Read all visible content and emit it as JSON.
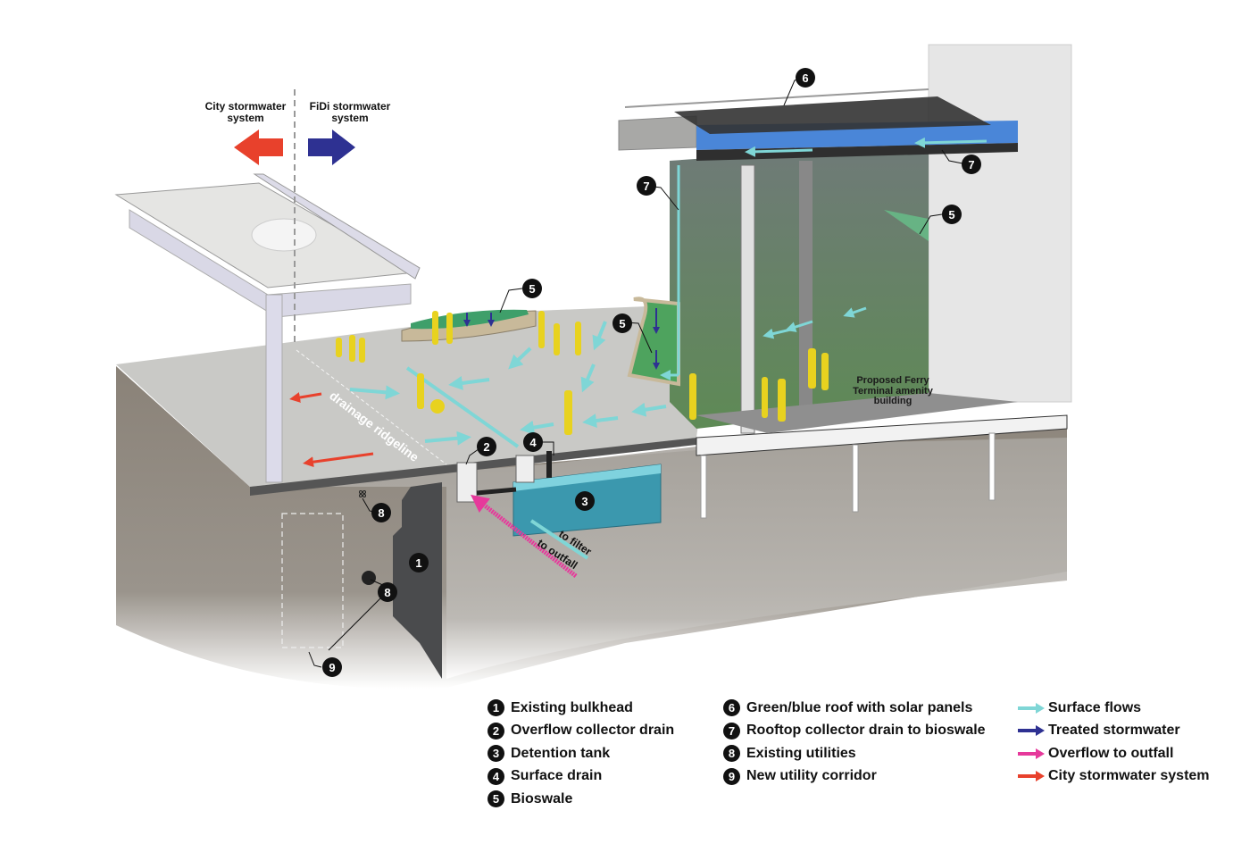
{
  "diagram": {
    "direction_labels": {
      "city": "City stormwater system",
      "fidi": "FiDi stormwater system"
    },
    "in_scene_labels": {
      "drainage_ridgeline": "drainage ridgeline",
      "to_filter": "to filter",
      "to_outfall": "to outfall",
      "building": "Proposed Ferry Terminal amenity building"
    },
    "callouts": [
      {
        "n": "1",
        "target": "existing-bulkhead"
      },
      {
        "n": "2",
        "target": "overflow-collector-drain"
      },
      {
        "n": "3",
        "target": "detention-tank"
      },
      {
        "n": "4",
        "target": "surface-drain"
      },
      {
        "n": "5",
        "target": "bioswale-plaza"
      },
      {
        "n": "5",
        "target": "bioswale-building-edge"
      },
      {
        "n": "5",
        "target": "bioswale-interior"
      },
      {
        "n": "6",
        "target": "green-blue-roof"
      },
      {
        "n": "7",
        "target": "rooftop-drain-vertical"
      },
      {
        "n": "7",
        "target": "rooftop-drain-gutter"
      },
      {
        "n": "8",
        "target": "utilities-small"
      },
      {
        "n": "8",
        "target": "utilities-large"
      },
      {
        "n": "9",
        "target": "new-utility-corridor"
      }
    ],
    "colors": {
      "surface_flow": "#7fd6d6",
      "treated": "#2e3192",
      "overflow": "#e6399b",
      "city": "#e8412c",
      "people": "#e8d21f",
      "roof_blue": "#4a86d8",
      "tank": "#4fb3c8"
    }
  },
  "legend": {
    "items": [
      {
        "n": "1",
        "label": "Existing bulkhead"
      },
      {
        "n": "2",
        "label": "Overflow collector drain"
      },
      {
        "n": "3",
        "label": "Detention tank"
      },
      {
        "n": "4",
        "label": "Surface drain"
      },
      {
        "n": "5",
        "label": "Bioswale"
      },
      {
        "n": "6",
        "label": "Green/blue roof with solar panels"
      },
      {
        "n": "7",
        "label": "Rooftop collector drain to bioswale"
      },
      {
        "n": "8",
        "label": "Existing utilities"
      },
      {
        "n": "9",
        "label": "New utility corridor"
      }
    ],
    "arrows": [
      {
        "label": "Surface flows",
        "color": "#7fd6d6"
      },
      {
        "label": "Treated stormwater",
        "color": "#2e3192"
      },
      {
        "label": "Overflow to outfall",
        "color": "#e6399b"
      },
      {
        "label": "City stormwater system",
        "color": "#e8412c"
      }
    ]
  }
}
